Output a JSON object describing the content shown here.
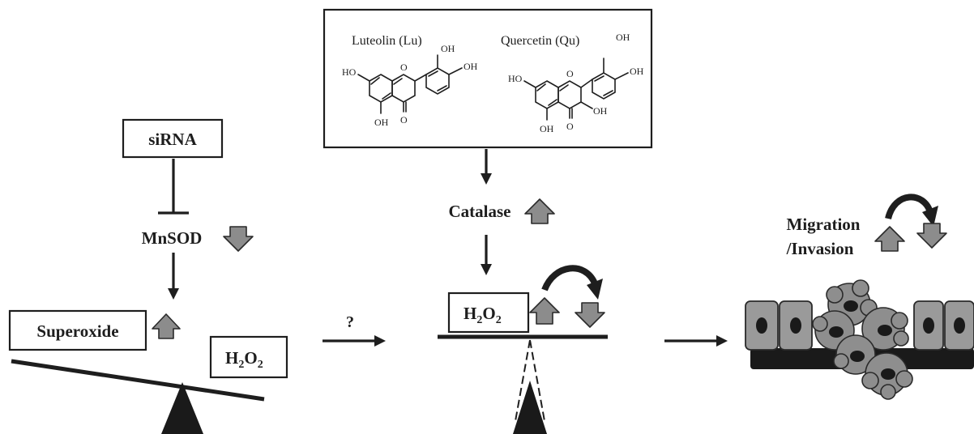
{
  "flavonoids": {
    "luteolin_name": "Luteolin (Lu)",
    "quercetin_name": "Quercetin (Qu)",
    "oh": "OH",
    "ho": "HO",
    "o": "O"
  },
  "left": {
    "sirna": "siRNA",
    "mnsod": "MnSOD",
    "superoxide": "Superoxide",
    "h2o2_main": "H",
    "h2o2_sub1": "2",
    "h2o2_o": "O",
    "h2o2_sub2": "2"
  },
  "middle": {
    "question": "?",
    "catalase": "Catalase",
    "h2o2_main": "H",
    "h2o2_sub1": "2",
    "h2o2_o": "O",
    "h2o2_sub2": "2"
  },
  "right": {
    "migration": "Migration",
    "invasion": "/Invasion"
  },
  "colors": {
    "ink": "#1e1e1e",
    "arrow_gray": "#8c8c8c",
    "cell_gray": "#9a9a9a"
  }
}
